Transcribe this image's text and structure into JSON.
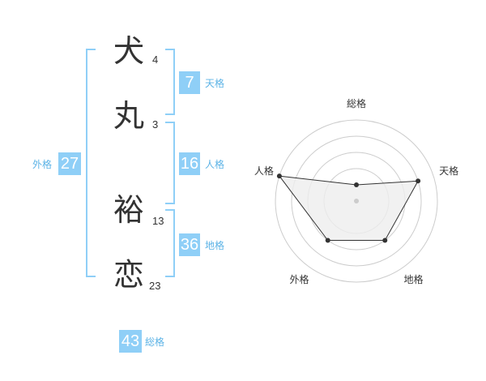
{
  "name": {
    "chars": [
      {
        "char": "犬",
        "strokes": "4"
      },
      {
        "char": "丸",
        "strokes": "3"
      },
      {
        "char": "裕",
        "strokes": "13"
      },
      {
        "char": "恋",
        "strokes": "23"
      }
    ]
  },
  "kaku": {
    "tenkaku": {
      "value": "7",
      "label": "天格"
    },
    "jinkaku": {
      "value": "16",
      "label": "人格"
    },
    "chikaku": {
      "value": "36",
      "label": "地格"
    },
    "gaikaku": {
      "value": "27",
      "label": "外格"
    },
    "soukaku": {
      "value": "43",
      "label": "総格"
    }
  },
  "radar": {
    "axes": [
      "総格",
      "天格",
      "地格",
      "外格",
      "人格"
    ],
    "levels": [
      0.2,
      0.8,
      0.6,
      0.6,
      1.0
    ],
    "max": 1.0,
    "colors": {
      "grid": "#cccccc",
      "fill": "#eeeeee",
      "line": "#333333",
      "point": "#333333",
      "center": "#cccccc"
    }
  },
  "colors": {
    "accent": "#8fcff7",
    "label": "#5cb3e6",
    "text": "#333333"
  }
}
